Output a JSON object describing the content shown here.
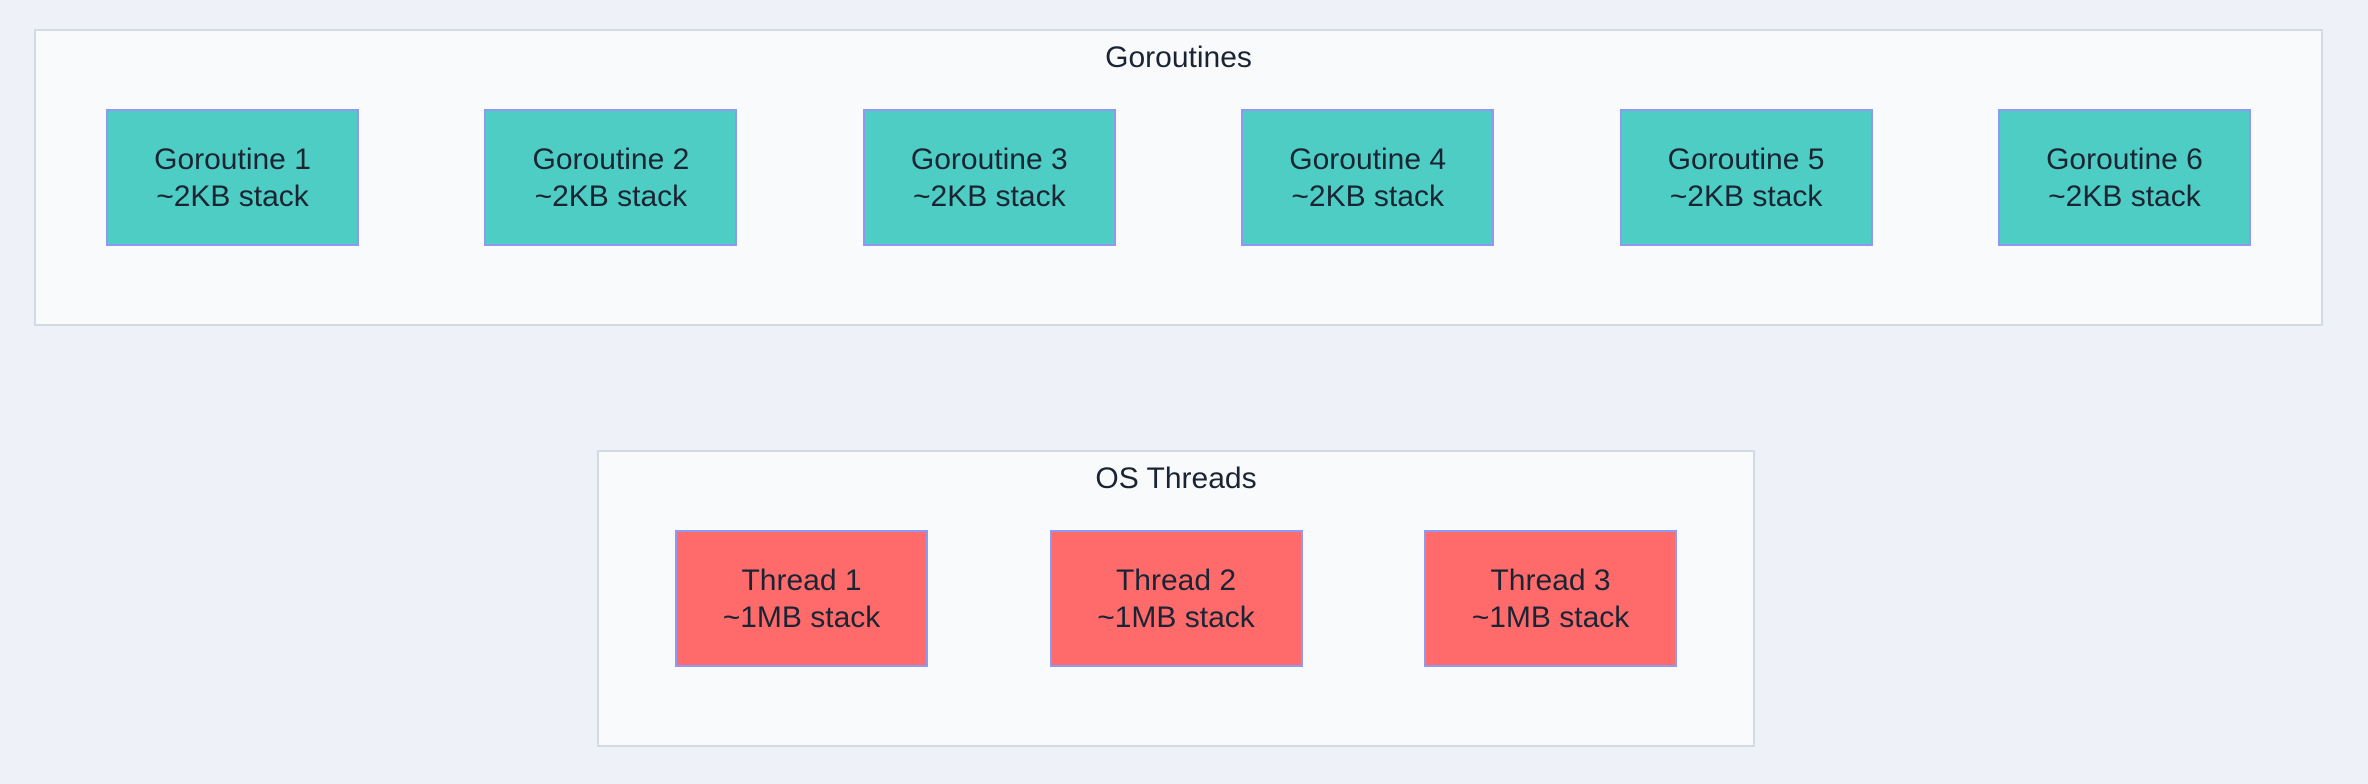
{
  "colors": {
    "page_bg": "#eef1f7",
    "panel_bg": "#f8fafc",
    "panel_border": "#d4dae4",
    "goroutine_fill": "#4ecdc4",
    "thread_fill": "#ff6b6b",
    "node_border": "#8f99f3",
    "text": "#1a2433"
  },
  "goroutines_panel": {
    "title": "Goroutines",
    "items": [
      {
        "name": "Goroutine 1",
        "stack": "~2KB stack"
      },
      {
        "name": "Goroutine 2",
        "stack": "~2KB stack"
      },
      {
        "name": "Goroutine 3",
        "stack": "~2KB stack"
      },
      {
        "name": "Goroutine 4",
        "stack": "~2KB stack"
      },
      {
        "name": "Goroutine 5",
        "stack": "~2KB stack"
      },
      {
        "name": "Goroutine 6",
        "stack": "~2KB stack"
      }
    ]
  },
  "threads_panel": {
    "title": "OS Threads",
    "items": [
      {
        "name": "Thread 1",
        "stack": "~1MB stack"
      },
      {
        "name": "Thread 2",
        "stack": "~1MB stack"
      },
      {
        "name": "Thread 3",
        "stack": "~1MB stack"
      }
    ]
  }
}
